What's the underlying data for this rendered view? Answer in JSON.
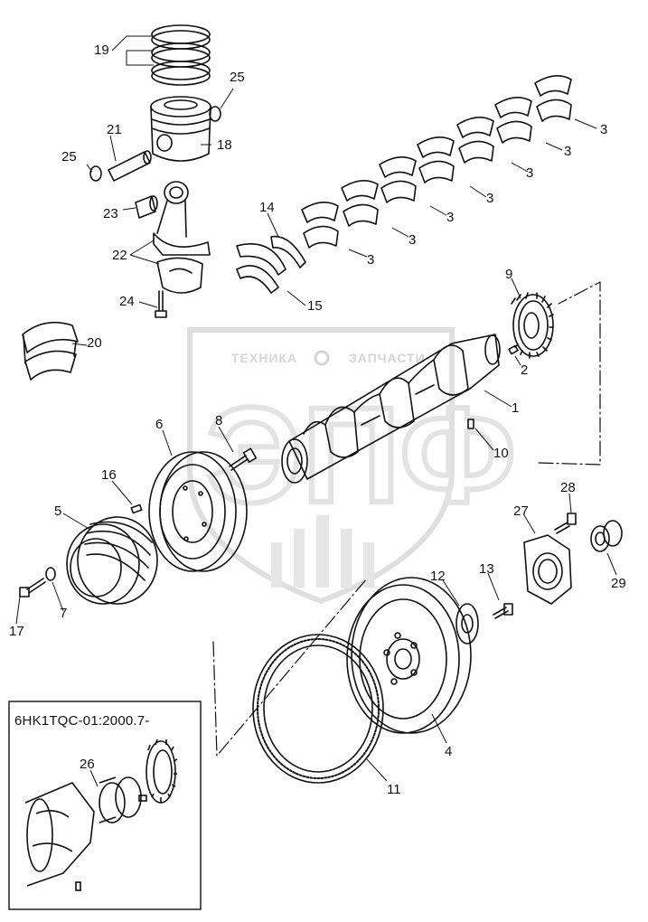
{
  "colors": {
    "line": "#111111",
    "watermark": "#d4d4d4",
    "background": "#ffffff"
  },
  "watermark": {
    "left_word": "ТЕХНИКА",
    "right_word": "ЗАПЧАСТИ",
    "emblem": "ЭПФ"
  },
  "inset": {
    "title": "6HK1TQC-01:2000.7-"
  },
  "callouts": {
    "c1": "1",
    "c2": "2",
    "c3a": "3",
    "c3b": "3",
    "c3c": "3",
    "c3d": "3",
    "c3e": "3",
    "c3f": "3",
    "c3g": "3",
    "c4": "4",
    "c5": "5",
    "c6": "6",
    "c7": "7",
    "c8": "8",
    "c9": "9",
    "c10": "10",
    "c11": "11",
    "c12": "12",
    "c13": "13",
    "c14": "14",
    "c15": "15",
    "c16": "16",
    "c17": "17",
    "c18": "18",
    "c19": "19",
    "c20": "20",
    "c21": "21",
    "c22": "22",
    "c23": "23",
    "c24": "24",
    "c25a": "25",
    "c25b": "25",
    "c26": "26",
    "c27": "27",
    "c28": "28",
    "c29": "29"
  }
}
